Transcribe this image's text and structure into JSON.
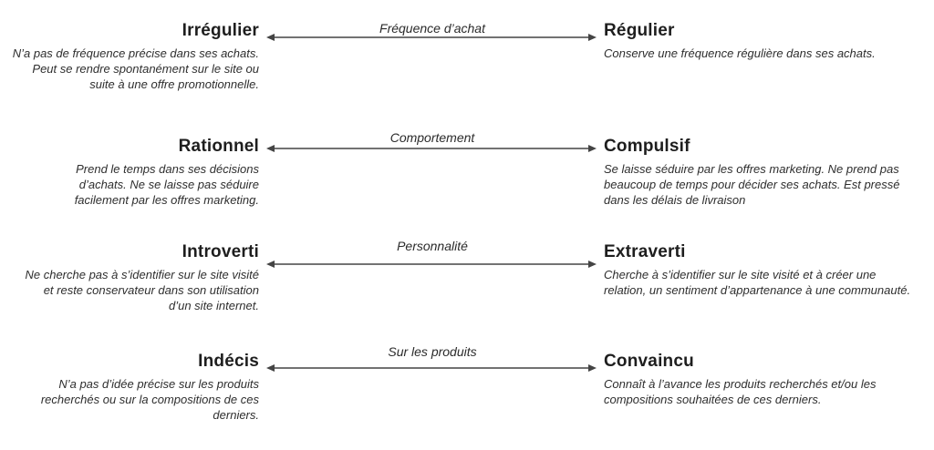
{
  "rows": [
    {
      "left_title": "Irrégulier",
      "left_desc": "N’a pas de fréquence précise dans ses achats. Peut se rendre spontanément sur le site ou suite à une offre promotionnelle.",
      "axis_label": "Fréquence d’achat",
      "right_title": "Régulier",
      "right_desc": "Conserve une fréquence régulière dans ses achats."
    },
    {
      "left_title": "Rationnel",
      "left_desc": "Prend le temps dans ses décisions d’achats. Ne se laisse pas séduire facilement par les offres marketing.",
      "axis_label": "Comportement",
      "right_title": "Compulsif",
      "right_desc": "Se laisse séduire par les offres marketing. Ne prend pas beaucoup de temps pour décider ses achats. Est pressé dans les délais de livraison"
    },
    {
      "left_title": "Introverti",
      "left_desc": "Ne cherche pas à s’identifier sur le site visité et reste conservateur dans son utilisation d’un site internet.",
      "axis_label": "Personnalité",
      "right_title": "Extraverti",
      "right_desc": "Cherche à s’identifier sur le site visité et à créer une relation, un sentiment d’appartenance à une communauté."
    },
    {
      "left_title": "Indécis",
      "left_desc": "N’a pas d’idée précise sur les produits recherchés ou sur la compositions de ces derniers.",
      "axis_label": "Sur les produits",
      "right_title": "Convaincu",
      "right_desc": "Connaît à l’avance les produits recherchés et/ou les compositions souhaitées de ces derniers."
    }
  ],
  "colors": {
    "background": "#ffffff",
    "text": "#222222",
    "arrow": "#444444"
  }
}
